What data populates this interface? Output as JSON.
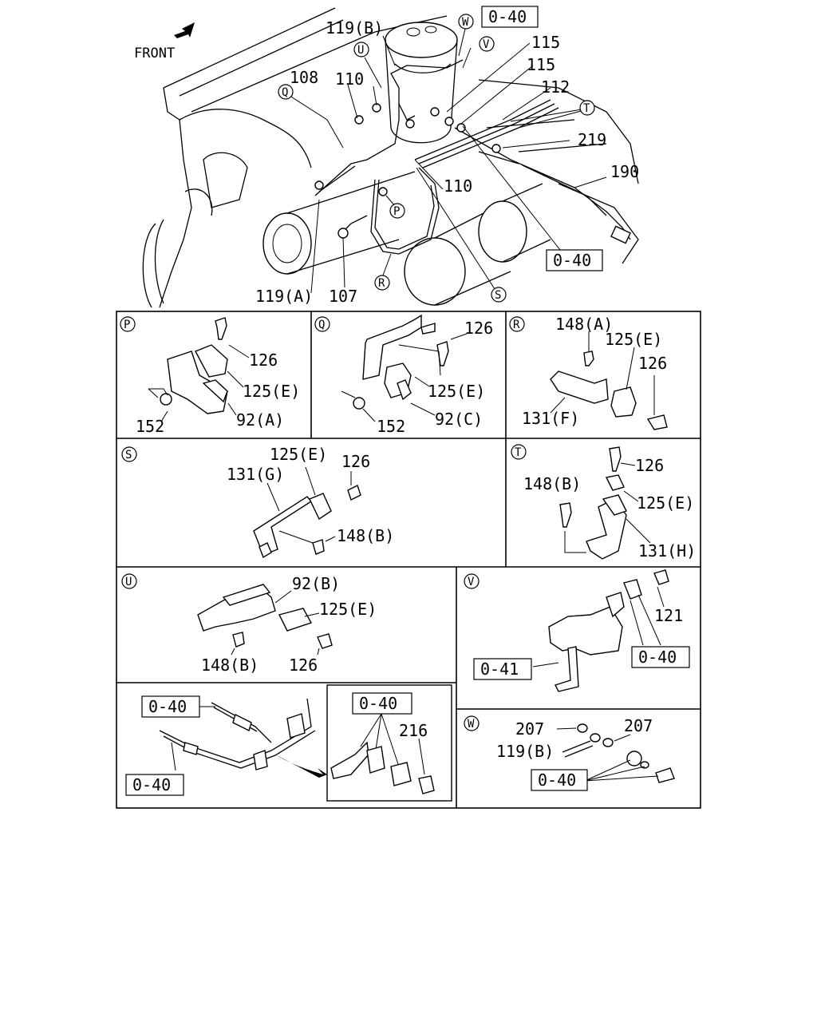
{
  "header": {
    "direction_label": "FRONT"
  },
  "main_view": {
    "callouts": {
      "c119b": "119(B)",
      "c040_top": "0-40",
      "c115a": "115",
      "c115b": "115",
      "c112": "112",
      "c108": "108",
      "c110a": "110",
      "c219": "219",
      "c190": "190",
      "c110b": "110",
      "c040_mid": "0-40",
      "c119a": "119(A)",
      "c107": "107"
    },
    "letters": {
      "W": "W",
      "U": "U",
      "V": "V",
      "Q": "Q",
      "T": "T",
      "P": "P",
      "R": "R",
      "S": "S"
    }
  },
  "details": {
    "P": {
      "letter": "P",
      "labels": [
        "126",
        "125(E)",
        "152",
        "92(A)"
      ]
    },
    "Q": {
      "letter": "Q",
      "labels": [
        "126",
        "125(E)",
        "152",
        "92(C)"
      ]
    },
    "R": {
      "letter": "R",
      "labels": [
        "148(A)",
        "125(E)",
        "126",
        "131(F)"
      ]
    },
    "S": {
      "letter": "S",
      "labels": [
        "125(E)",
        "126",
        "131(G)",
        "148(B)"
      ]
    },
    "T": {
      "letter": "T",
      "labels": [
        "126",
        "148(B)",
        "125(E)",
        "131(H)"
      ]
    },
    "U": {
      "letter": "U",
      "labels": [
        "92(B)",
        "125(E)",
        "148(B)",
        "126"
      ]
    },
    "V": {
      "letter": "V",
      "labels": [
        "121",
        "0-41",
        "0-40"
      ]
    },
    "X": {
      "labels": [
        "0-40",
        "0-40",
        "0-40",
        "216"
      ]
    },
    "W": {
      "letter": "W",
      "labels": [
        "207",
        "207",
        "119(B)",
        "0-40"
      ]
    }
  }
}
